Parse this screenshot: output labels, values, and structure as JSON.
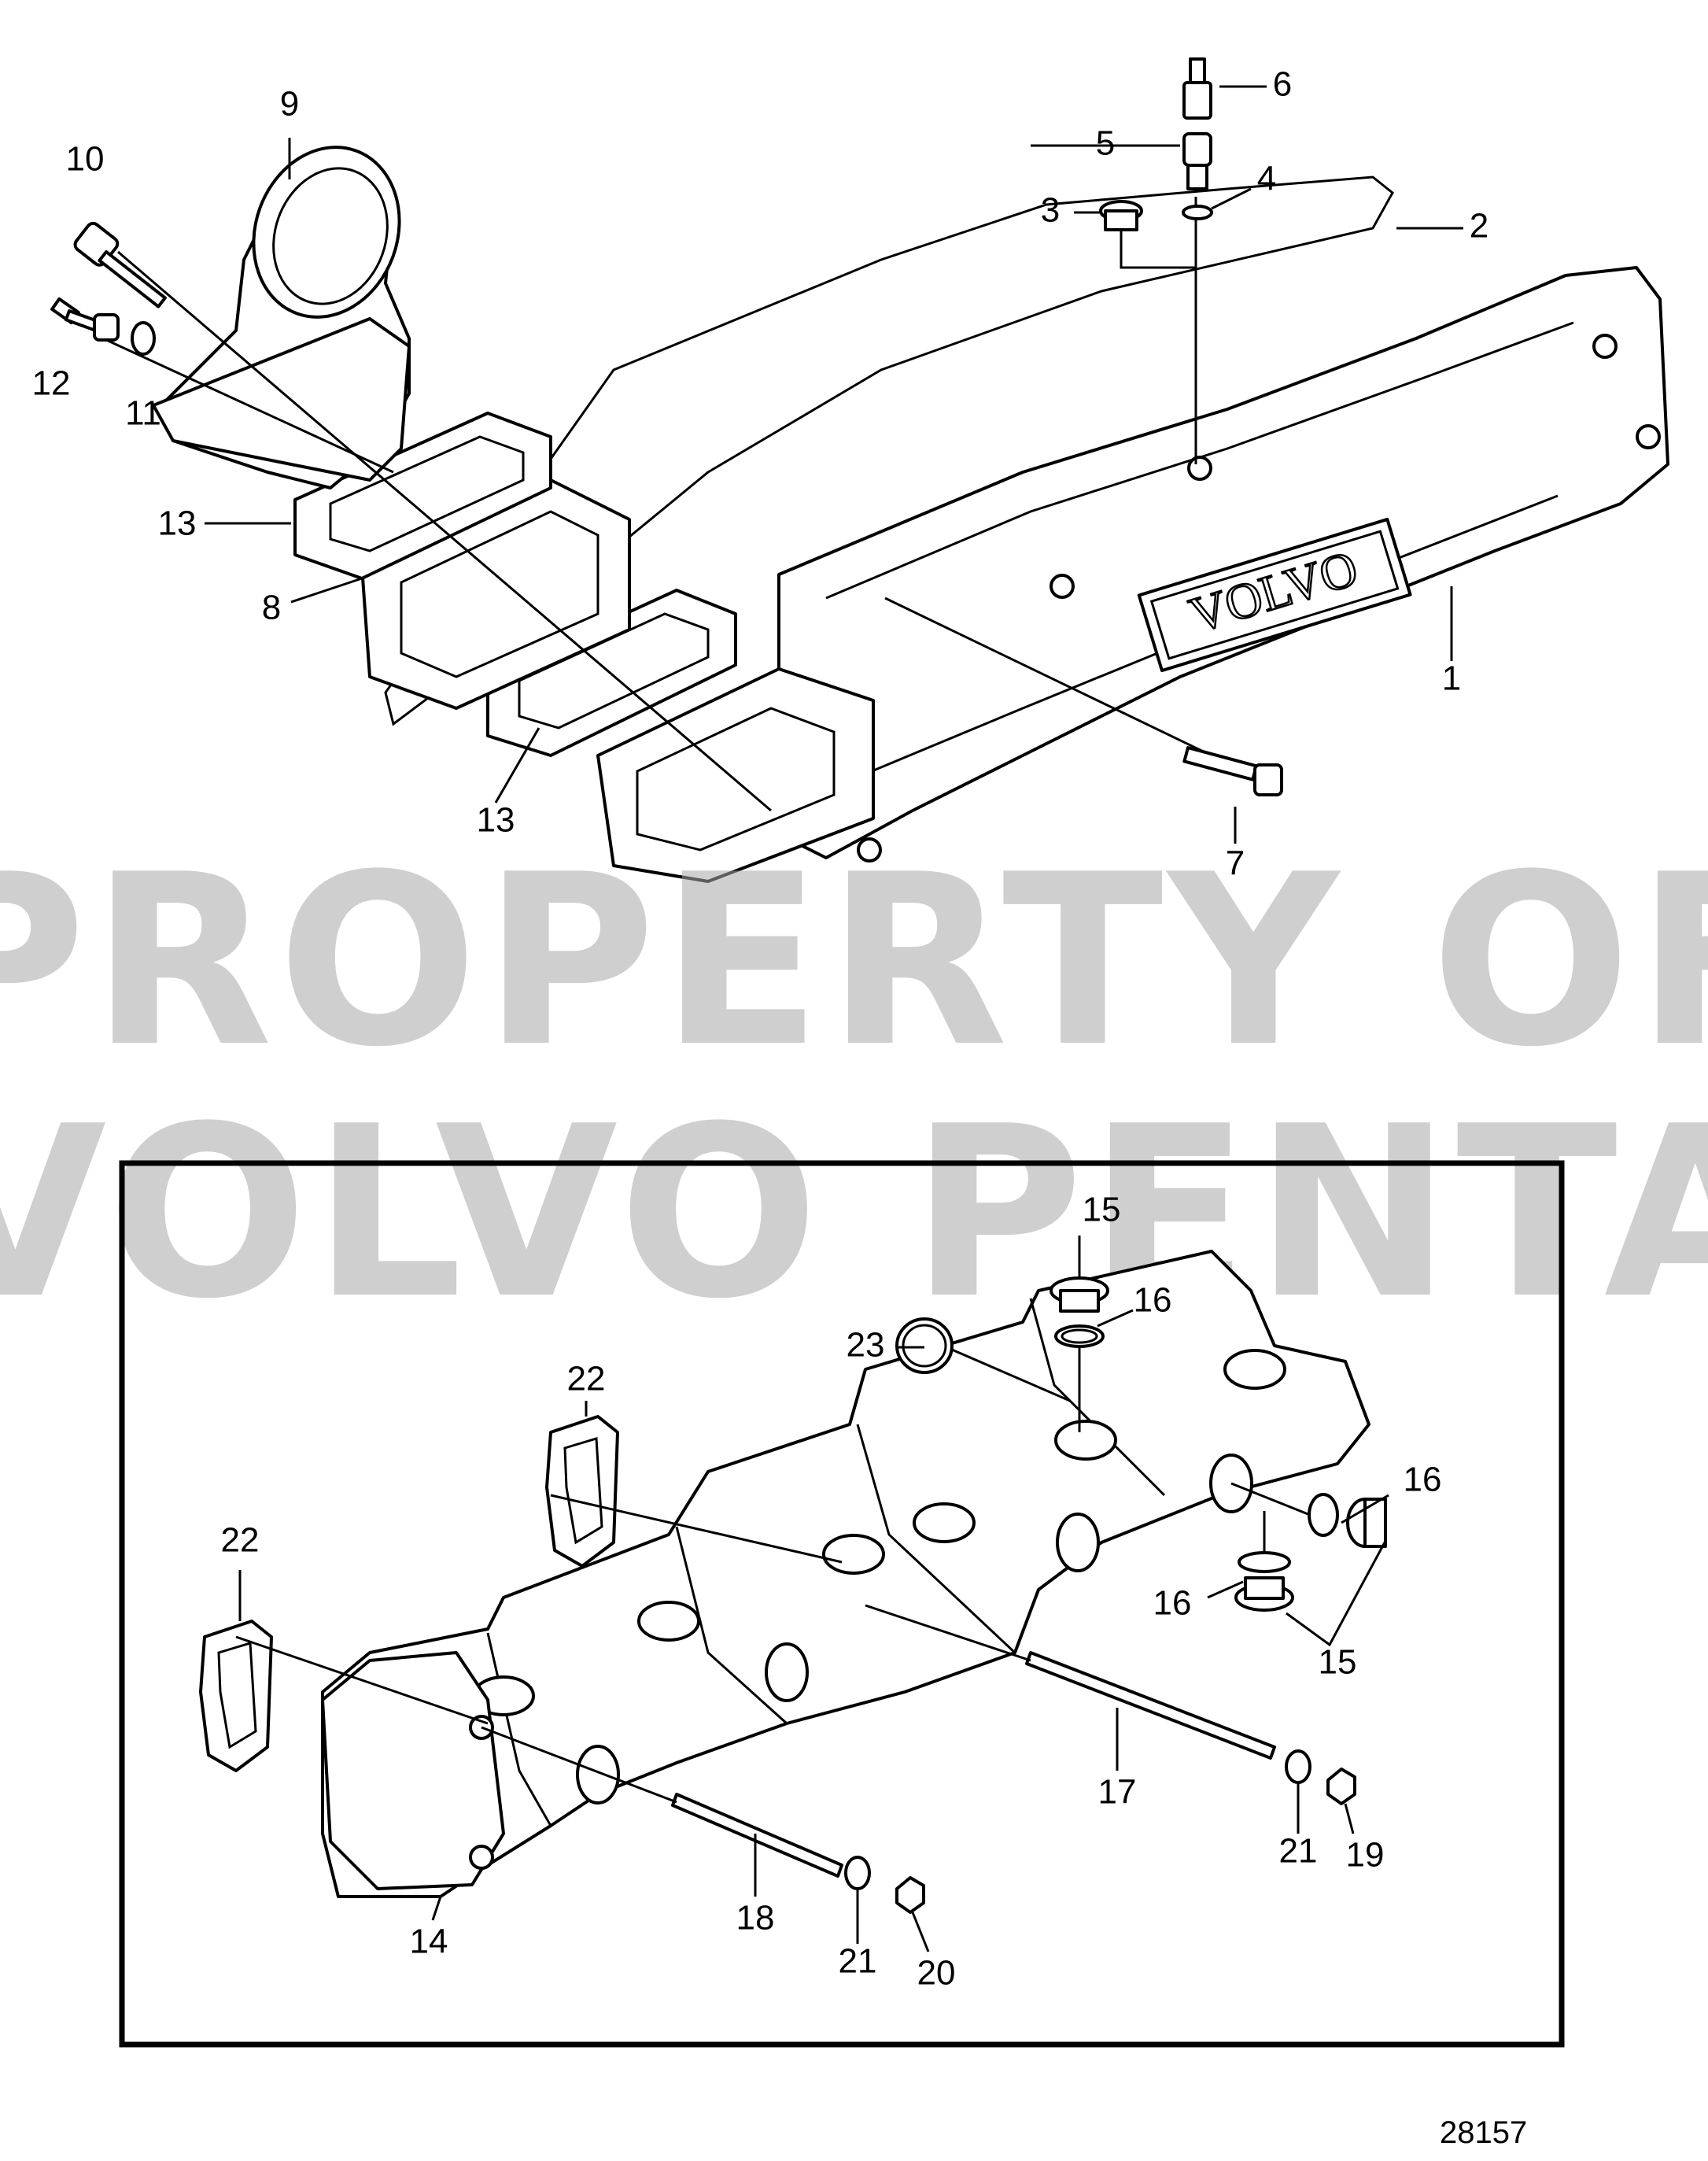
{
  "watermark": {
    "line1": "PROPERTY OF",
    "line2": "VOLVO PENTA"
  },
  "manifold_badge": "VOLVO",
  "figure_number": "28157",
  "callouts": [
    "1",
    "2",
    "3",
    "4",
    "5",
    "6",
    "7",
    "8",
    "9",
    "10",
    "11",
    "12",
    "13",
    "13",
    "14",
    "15",
    "15",
    "16",
    "16",
    "16",
    "17",
    "18",
    "19",
    "20",
    "21",
    "21",
    "22",
    "22",
    "23"
  ]
}
